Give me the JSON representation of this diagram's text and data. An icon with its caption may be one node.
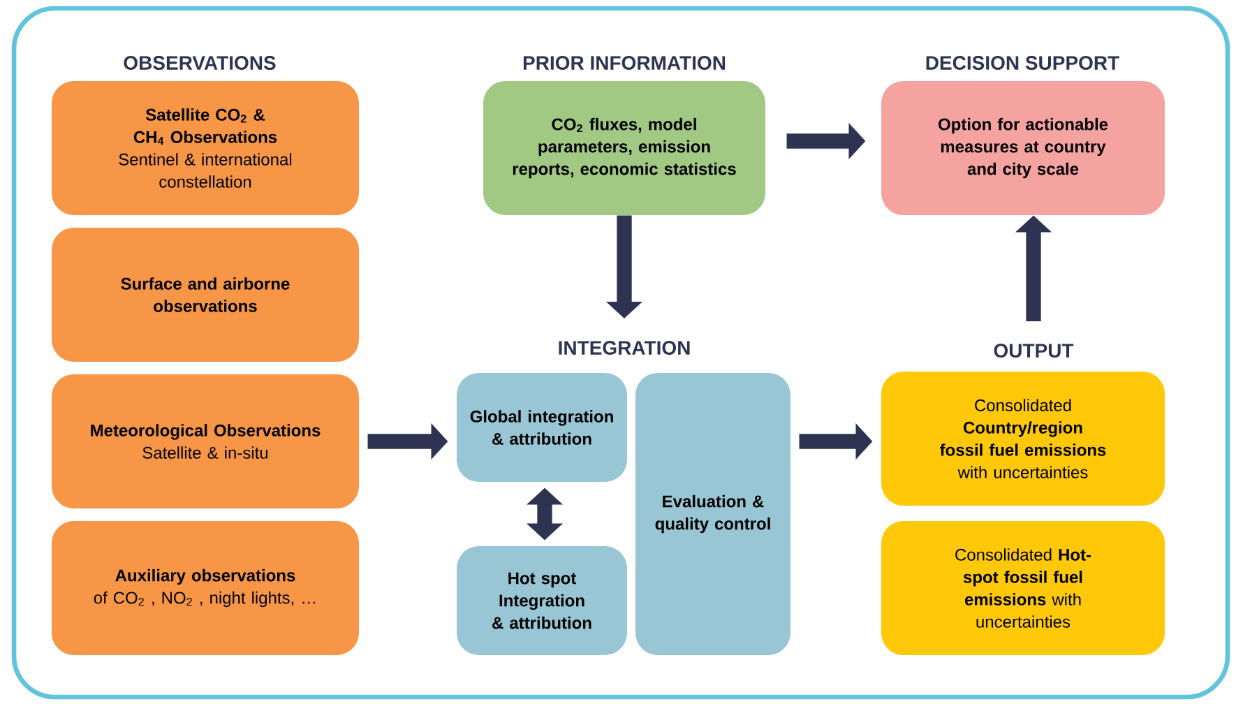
{
  "diagram": {
    "nodes": [
      {
        "text": [
          "Satellite CO$_{2}$ & CH$_{4}$ Observations",
          "Sentinel & international constellation"
        ]
      },
      {
        "text": [
          "Surface and airborne observations"
        ]
      },
      {
        "text": [
          "Meteorological Observations",
          "Satellite & in-situ"
        ]
      },
      {
        "text": [
          "Auxiliary observations",
          "of CO$_{2}$ , NO$_{2}$ , night lights, …"
        ]
      },
      {
        "text": [
          "CO$_{2}$ fluxes, model parameters, emission reports, economic statistics"
        ]
      },
      {
        "text": [
          "Option for actionable measures at country and city scale"
        ]
      },
      {
        "text": [
          "Global integration & attribution"
        ]
      },
      {
        "text": [
          "Hot spot Integration & attribution"
        ]
      },
      {
        "text": [
          "Evaluation & quality control"
        ]
      },
      {
        "text": [
          "Consolidated **Country/region fossil fuel emissions** with uncertainties"
        ]
      },
      {
        "text": [
          "Consolidated **Hot-spot fossil fuel emissions** with uncertainties"
        ]
      }
    ],
    "edges": [
      {
        "from": 2,
        "to": 6,
        "arrow": "to"
      },
      {
        "from": 4,
        "to": 5,
        "arrow": "to"
      },
      {
        "from": 4,
        "to": null,
        "arrow": "to"
      },
      {
        "from": 6,
        "to": 7,
        "arrow": "both"
      },
      {
        "from": 8,
        "to": 9,
        "arrow": "to"
      },
      {
        "from": null,
        "to": 5,
        "arrow": "to"
      }
    ],
    "labels": [
      "OBSERVATIONS",
      "PRIOR INFORMATION",
      "DECISION SUPPORT",
      "INTEGRATION",
      "OUTPUT"
    ]
  }
}
